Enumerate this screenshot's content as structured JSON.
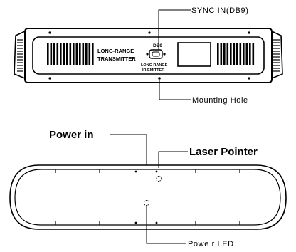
{
  "top_view": {
    "panel_label_line1": "LONG-RANGE",
    "panel_label_line2": "TRANSMITTER",
    "emitter_label_line1": "LONG RANGE",
    "emitter_label_line2": "IR EMITTER",
    "port_label": "DB9"
  },
  "callouts": {
    "sync_in": "SYNC IN(DB9)",
    "mounting_hole": "Mounting Hole",
    "power_in": "Power in",
    "laser_pointer": "Laser Pointer",
    "power_led": "Powe r LED"
  }
}
